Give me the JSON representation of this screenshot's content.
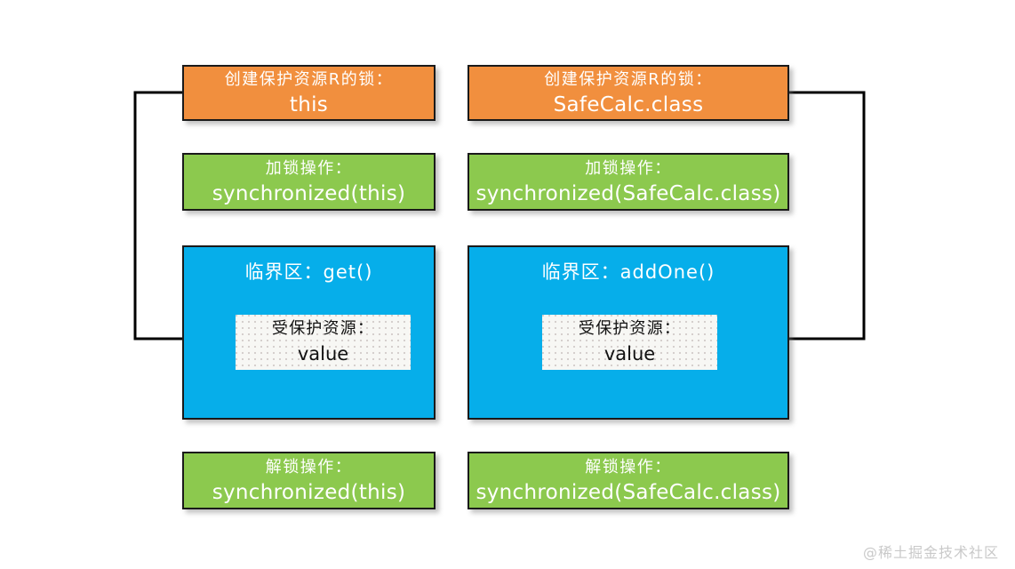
{
  "diagram": {
    "title": "synchronized lock scope diagram",
    "watermark": "@稀土掘金技术社区",
    "colors": {
      "orange": "#f18f3e",
      "green": "#8cc94e",
      "blue": "#06aeea",
      "resource_bg": "#f7f7f4",
      "border": "#1a1a1a",
      "connector": "#000000",
      "watermark": "#c9c9c9",
      "background": "#ffffff"
    },
    "columns": [
      {
        "id": "instance-lock",
        "lock_create": {
          "line1": "创建保护资源R的锁：",
          "line2": "this"
        },
        "lock_acquire": {
          "line1": "加锁操作：",
          "line2": "synchronized(this)"
        },
        "critical_section": {
          "line1": "临界区：get()"
        },
        "resource": {
          "line1": "受保护资源：",
          "line2": "value"
        },
        "lock_release": {
          "line1": "解锁操作：",
          "line2": "synchronized(this)"
        }
      },
      {
        "id": "class-lock",
        "lock_create": {
          "line1": "创建保护资源R的锁：",
          "line2": "SafeCalc.class"
        },
        "lock_acquire": {
          "line1": "加锁操作：",
          "line2": "synchronized(SafeCalc.class)"
        },
        "critical_section": {
          "line1": "临界区：addOne()"
        },
        "resource": {
          "line1": "受保护资源：",
          "line2": "value"
        },
        "lock_release": {
          "line1": "解锁操作：",
          "line2": "synchronized(SafeCalc.class)"
        }
      }
    ],
    "connectors": [
      {
        "id": "left-lock-to-resource",
        "from": "创建保护资源R的锁：this",
        "to": "受保护资源：value (get)",
        "direction": "left-around-down-right",
        "arrowhead": "right"
      },
      {
        "id": "right-lock-to-resource",
        "from": "创建保护资源R的锁：SafeCalc.class",
        "to": "受保护资源：value (addOne)",
        "direction": "right-around-down-left",
        "arrowhead": "left"
      }
    ]
  }
}
